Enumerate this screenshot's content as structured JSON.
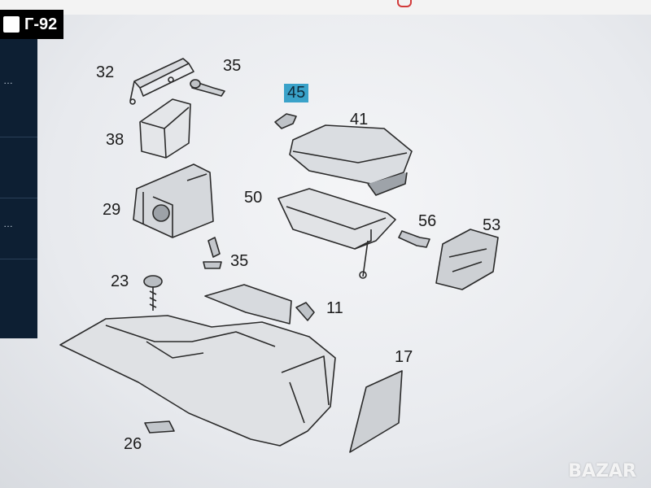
{
  "price_tag": {
    "label": "Г-92"
  },
  "diagram": {
    "part_numbers": {
      "p32": "32",
      "p35a": "35",
      "p45": "45",
      "p41": "41",
      "p38": "38",
      "p29": "29",
      "p50": "50",
      "p56": "56",
      "p53": "53",
      "p35b": "35",
      "p23": "23",
      "p11": "11",
      "p17": "17",
      "p26": "26"
    },
    "highlighted_part": "45",
    "highlight_color": "#3aa2c9"
  },
  "watermark": {
    "text": "BAZAR"
  },
  "colors": {
    "sidebar": "#0d1f33",
    "screen": "#eceef1",
    "line": "#2a2a2a"
  }
}
